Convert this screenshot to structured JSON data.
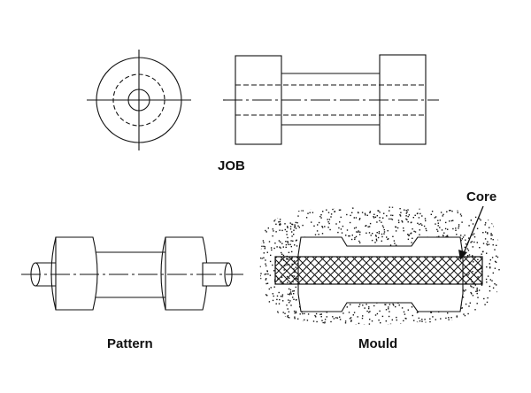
{
  "labels": {
    "job": "JOB",
    "pattern": "Pattern",
    "mould": "Mould",
    "core": "Core"
  },
  "colors": {
    "ink": "#111111",
    "paper": "#ffffff"
  }
}
